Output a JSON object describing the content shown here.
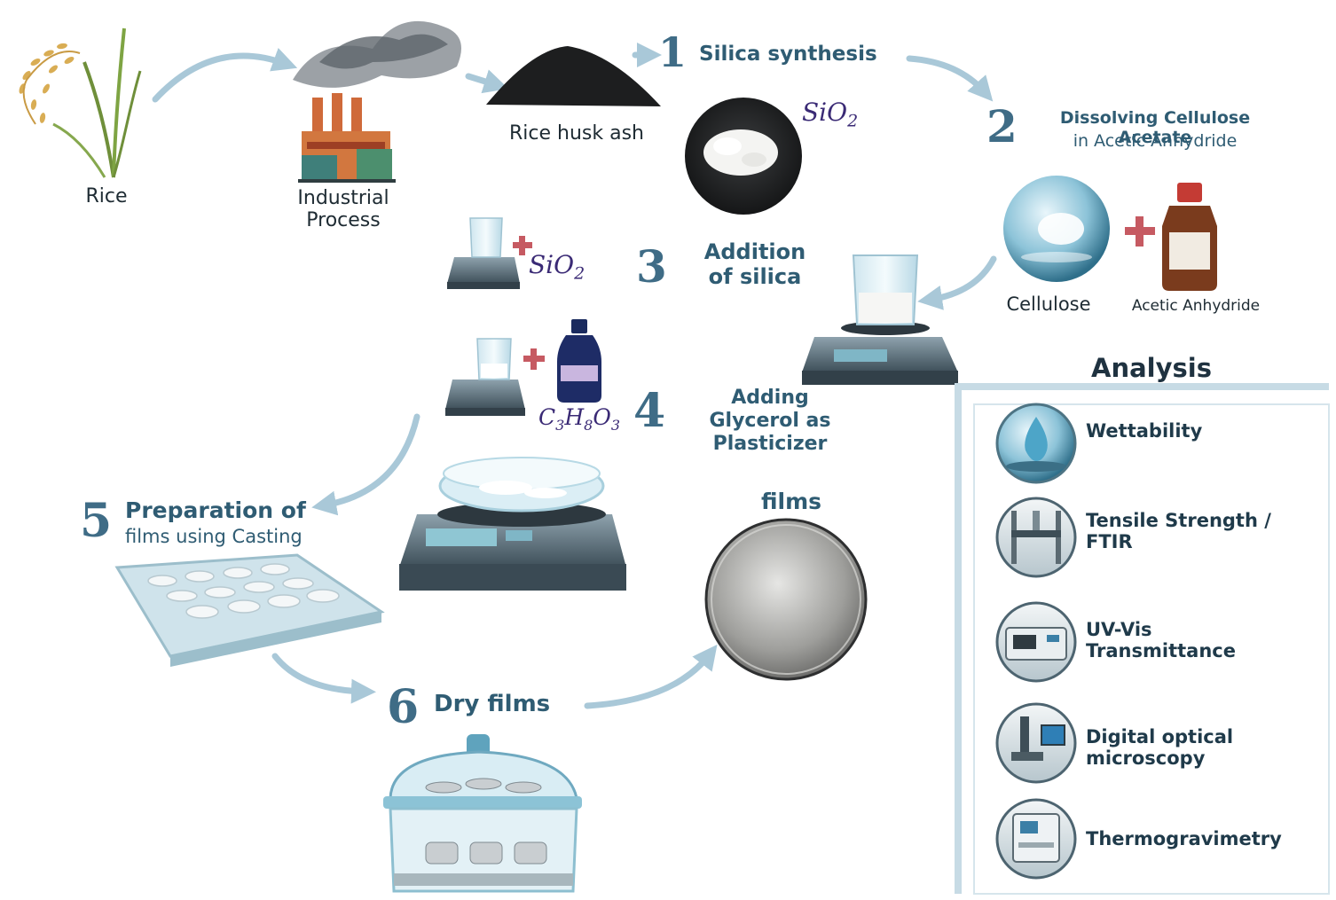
{
  "sources": {
    "rice": "Rice",
    "industrial": "Industrial Process",
    "ash": "Rice husk ash"
  },
  "steps": [
    {
      "n": "1",
      "label": "Silica synthesis"
    },
    {
      "n": "2",
      "label": "Dissolving Cellulose Acetate in Acetic Anhydride"
    },
    {
      "n": "3",
      "label": "Addition of silica"
    },
    {
      "n": "4",
      "label": "Adding Glycerol as Plasticizer"
    },
    {
      "n": "5",
      "label": "Preparation of films using Casting"
    },
    {
      "n": "6",
      "label": "Dry films"
    }
  ],
  "step2_title": "Dissolving Cellulose Acetate",
  "step2_sub": "in Acetic Anhydride",
  "step5_title": "Preparation of",
  "step5_sub": "films using Casting",
  "formulas": {
    "silica_base": "SiO",
    "silica_sub": "2",
    "glycerol": [
      "C",
      "3",
      "H",
      "8",
      "O",
      "3"
    ]
  },
  "reagents": {
    "cellulose": "Cellulose",
    "anhydride": "Acetic Anhydride",
    "plus": "+"
  },
  "films_label": "films",
  "analysis": {
    "title": "Analysis",
    "items": [
      {
        "line1": "Wettability",
        "line2": ""
      },
      {
        "line1": "Tensile Strength /",
        "line2": "FTIR"
      },
      {
        "line1": "UV-Vis",
        "line2": "Transmittance"
      },
      {
        "line1": "Digital optical",
        "line2": "microscopy"
      },
      {
        "line1": "Thermogravimetry",
        "line2": ""
      }
    ]
  },
  "colors": {
    "accent": "#3f6c86",
    "arrow": "#a9c8d8",
    "plus": "#c65a62",
    "formula": "#3a2a75"
  }
}
